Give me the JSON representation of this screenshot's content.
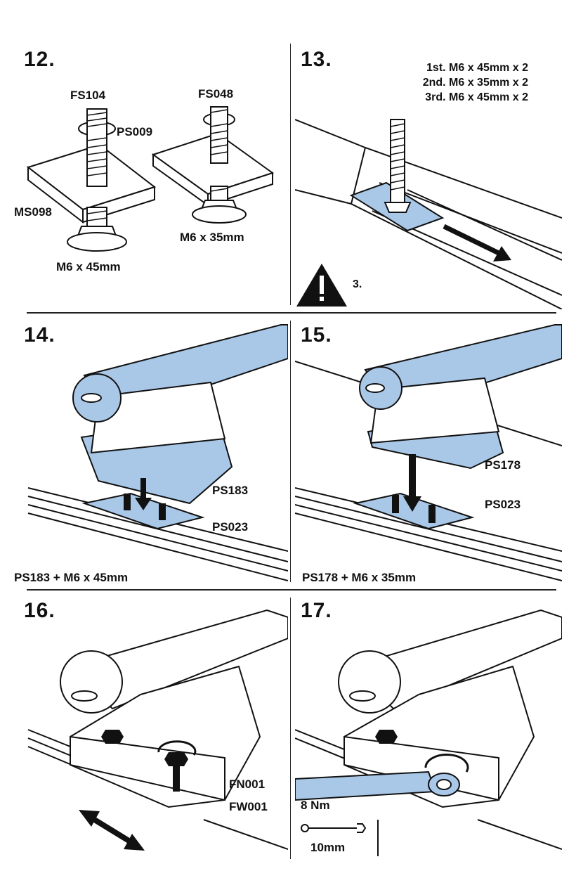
{
  "steps": {
    "s12": {
      "number": "12.",
      "labels": {
        "fs104": "FS104",
        "fs048": "FS048",
        "ps009": "PS009",
        "ms098": "MS098",
        "bolt_long": "M6 x 45mm",
        "bolt_short": "M6 x 35mm"
      }
    },
    "s13": {
      "number": "13.",
      "spec": [
        "1st.  M6 x 45mm x 2",
        "2nd.  M6 x 35mm x 2",
        "3rd.  M6 x 45mm x 2"
      ],
      "warning": "3."
    },
    "s14": {
      "number": "14.",
      "labels": {
        "ps183": "PS183",
        "ps023": "PS023"
      },
      "caption": "PS183 + M6 x 45mm"
    },
    "s15": {
      "number": "15.",
      "labels": {
        "ps178": "PS178",
        "ps023": "PS023"
      },
      "caption": "PS178 + M6 x 35mm"
    },
    "s16": {
      "number": "16.",
      "labels": {
        "fn001": "FN001",
        "fw001": "FW001"
      }
    },
    "s17": {
      "number": "17.",
      "torque": "8 Nm",
      "wrench": "10mm"
    }
  },
  "colors": {
    "accent": "#a9c8e8",
    "ink": "#111111"
  },
  "icons": [
    "warning-triangle-icon",
    "wrench-icon",
    "slide-arrow-icon",
    "down-arrow-icon",
    "rotate-icon"
  ]
}
